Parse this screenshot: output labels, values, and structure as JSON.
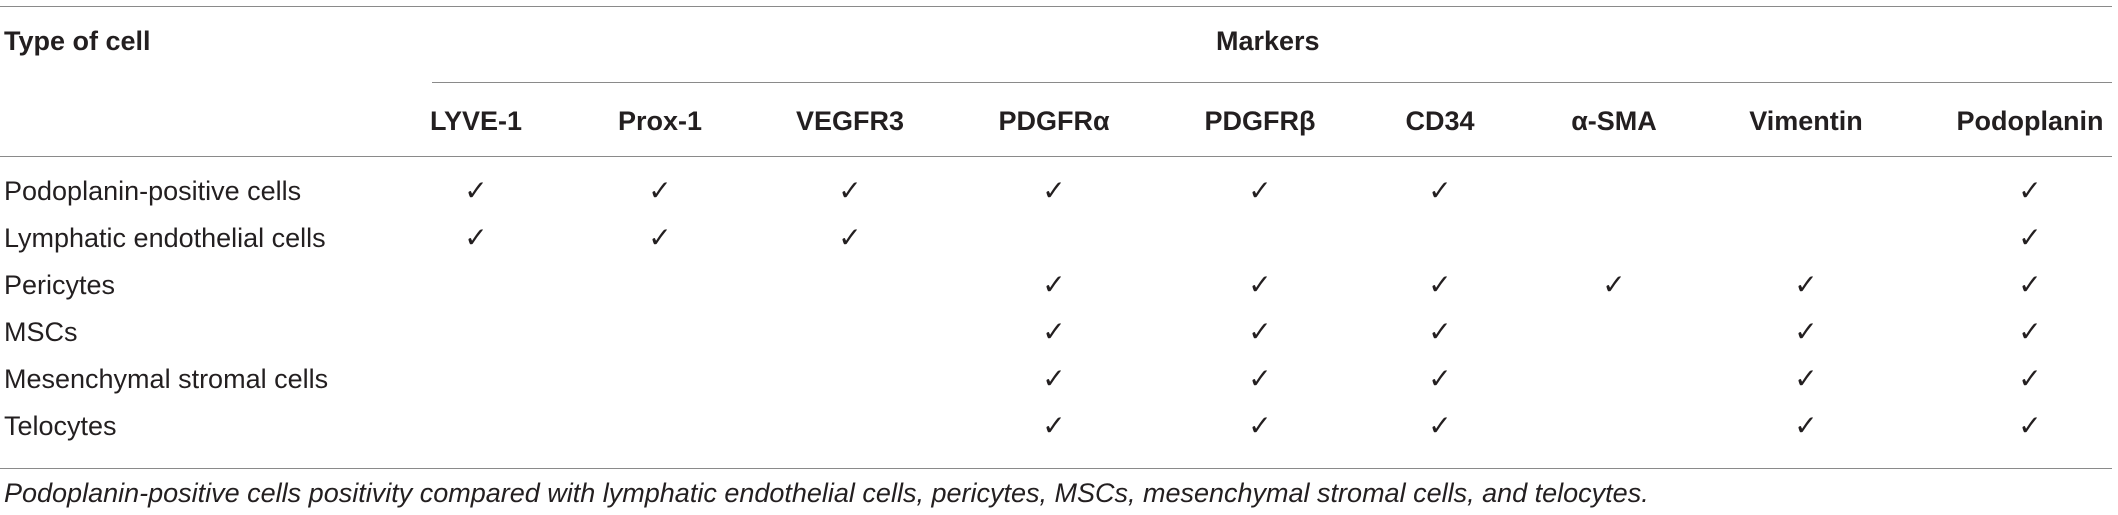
{
  "table": {
    "type_of_cell_label": "Type of cell",
    "markers_label": "Markers",
    "columns": [
      "LYVE-1",
      "Prox-1",
      "VEGFR3",
      "PDGFRα",
      "PDGFRβ",
      "CD34",
      "α-SMA",
      "Vimentin",
      "Podoplanin"
    ],
    "check_symbol": "✓",
    "rows": [
      {
        "label": "Podoplanin-positive cells",
        "marks": [
          true,
          true,
          true,
          true,
          true,
          true,
          false,
          false,
          true
        ]
      },
      {
        "label": "Lymphatic endothelial cells",
        "marks": [
          true,
          true,
          true,
          false,
          false,
          false,
          false,
          false,
          true
        ]
      },
      {
        "label": "Pericytes",
        "marks": [
          false,
          false,
          false,
          true,
          true,
          true,
          true,
          true,
          true
        ]
      },
      {
        "label": "MSCs",
        "marks": [
          false,
          false,
          false,
          true,
          true,
          true,
          false,
          true,
          true
        ]
      },
      {
        "label": "Mesenchymal stromal cells",
        "marks": [
          false,
          false,
          false,
          true,
          true,
          true,
          false,
          true,
          true
        ]
      },
      {
        "label": "Telocytes",
        "marks": [
          false,
          false,
          false,
          true,
          true,
          true,
          false,
          true,
          true
        ]
      }
    ]
  },
  "footnote": "Podoplanin-positive cells positivity compared with lymphatic endothelial cells, pericytes, MSCs, mesenchymal stromal cells, and telocytes."
}
